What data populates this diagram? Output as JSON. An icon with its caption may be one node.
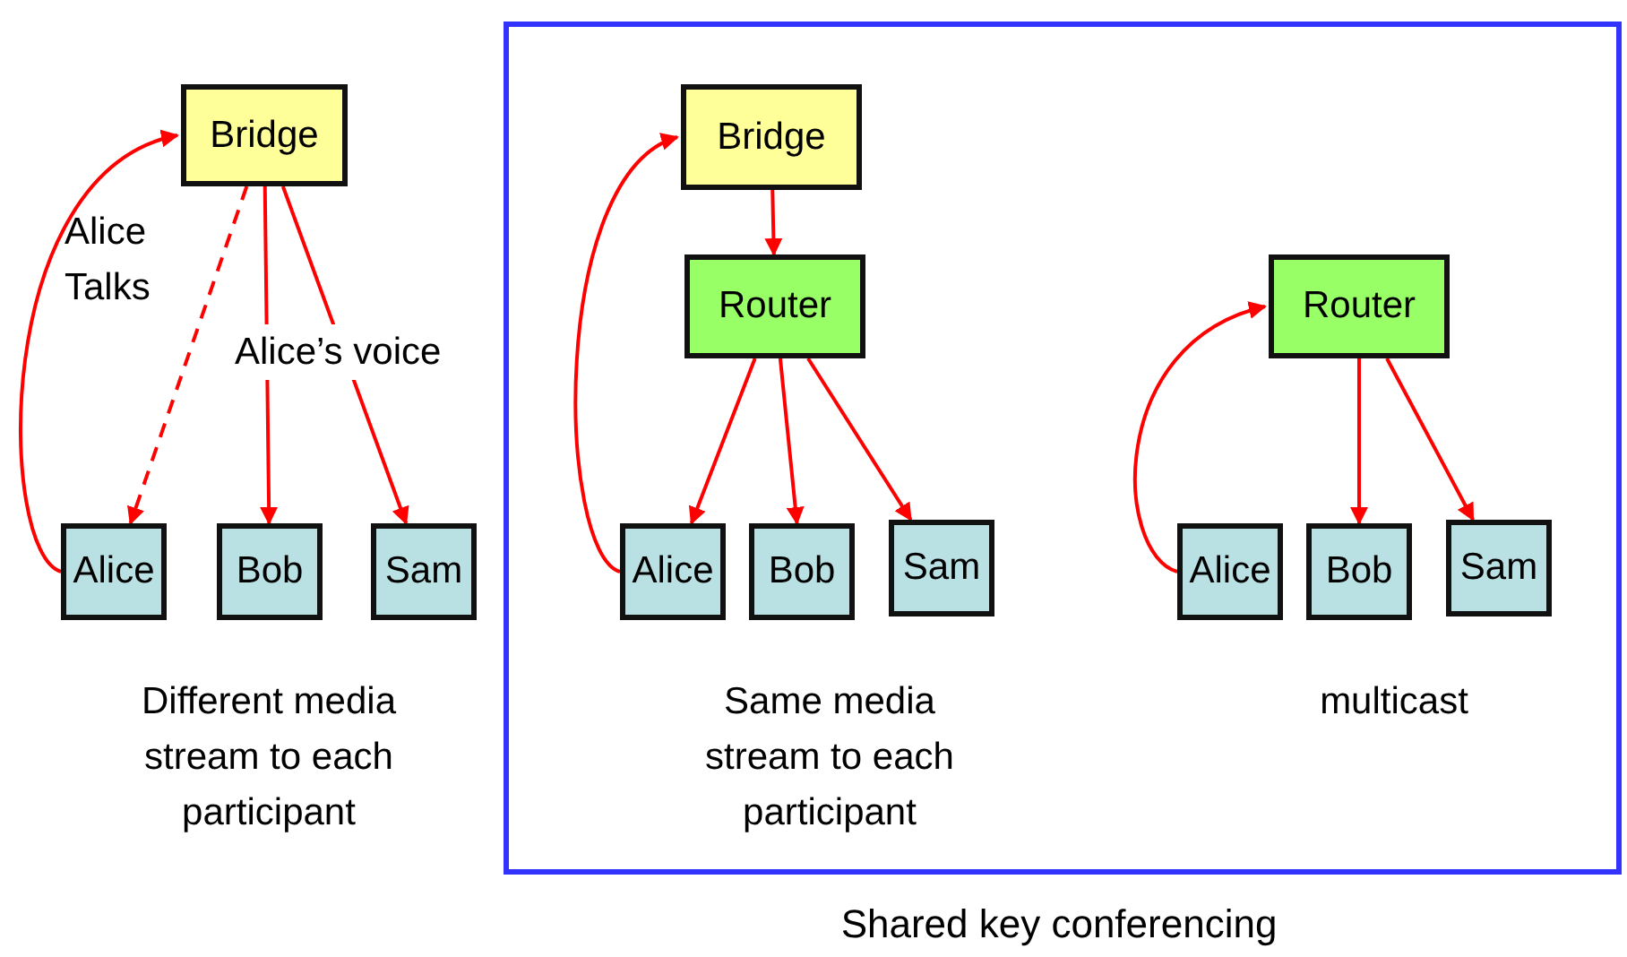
{
  "diagram": {
    "nodes": [
      {
        "text": [
          "Bridge"
        ]
      },
      {
        "text": [
          "Alice"
        ]
      },
      {
        "text": [
          "Bob"
        ]
      },
      {
        "text": [
          "Sam"
        ]
      },
      {
        "text": [
          "Shared key conferencing"
        ]
      },
      {
        "text": [
          "Bridge"
        ],
        "in": 4
      },
      {
        "text": [
          "Router"
        ],
        "in": 4
      },
      {
        "text": [
          "Alice"
        ],
        "in": 4
      },
      {
        "text": [
          "Bob"
        ],
        "in": 4
      },
      {
        "text": [
          "Sam"
        ],
        "in": 4
      },
      {
        "text": [
          "Router"
        ],
        "in": 4
      },
      {
        "text": [
          "Alice"
        ],
        "in": 4
      },
      {
        "text": [
          "Bob"
        ],
        "in": 4
      },
      {
        "text": [
          "Sam"
        ],
        "in": 4
      }
    ],
    "edges": [
      {
        "from": 1,
        "to": 0,
        "arrow": "to"
      },
      {
        "from": 0,
        "to": 1,
        "arrow": "to",
        "style": "dashed"
      },
      {
        "from": 0,
        "to": 2,
        "arrow": "to"
      },
      {
        "from": 0,
        "to": 3,
        "arrow": "to"
      },
      {
        "from": 7,
        "to": 5,
        "arrow": "to"
      },
      {
        "from": 5,
        "to": 6,
        "arrow": "to"
      },
      {
        "from": 6,
        "to": 7,
        "arrow": "to"
      },
      {
        "from": 6,
        "to": 8,
        "arrow": "to"
      },
      {
        "from": 6,
        "to": 9,
        "arrow": "to"
      },
      {
        "from": 11,
        "to": 10,
        "arrow": "to"
      },
      {
        "from": 10,
        "to": 12,
        "arrow": "to"
      },
      {
        "from": 10,
        "to": 13,
        "arrow": "to"
      }
    ],
    "labels": [
      "Alice Talks",
      "Alice’s voice",
      "Different media stream to each participant",
      "Same media stream to each participant",
      "multicast"
    ]
  }
}
